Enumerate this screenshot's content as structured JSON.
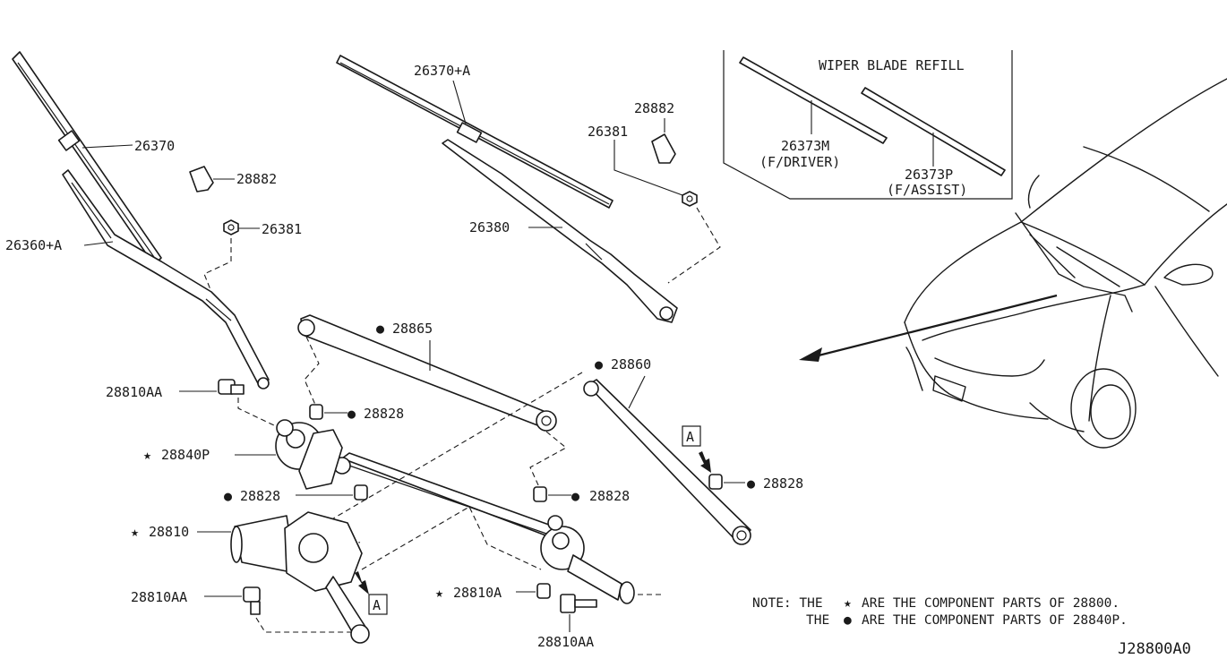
{
  "diagram_code": "J28800A0",
  "inset": {
    "title": "WIPER BLADE REFILL"
  },
  "labels": {
    "l_26370": "26370",
    "l_28882_left": "28882",
    "l_26381_left": "26381",
    "l_26360a": "26360+A",
    "l_26370a": "26370+A",
    "l_26381_right": "26381",
    "l_28882_right": "28882",
    "l_26380": "26380",
    "l_26373m": "26373M",
    "l_fdriver": "(F/DRIVER)",
    "l_26373p": "26373P",
    "l_fassist": "(F/ASSIST)",
    "l_28865": "28865",
    "l_28860": "28860",
    "l_28810aa_top": "28810AA",
    "l_28828_a": "28828",
    "l_28840p": "28840P",
    "l_28828_b": "28828",
    "l_28828_c": "28828",
    "l_28828_d": "28828",
    "l_28810": "28810",
    "l_28810aa_bottom": "28810AA",
    "l_28810a": "28810A",
    "l_28810aa_right": "28810AA",
    "box_a_1": "A",
    "box_a_2": "A"
  },
  "note": {
    "line1_prefix": "NOTE: THE",
    "line1_suffix": "ARE THE COMPONENT PARTS OF 28800.",
    "line2_prefix": "THE",
    "line2_suffix": "ARE THE COMPONENT PARTS OF 28840P."
  },
  "symbols": {
    "star": "★",
    "dot": "●"
  }
}
